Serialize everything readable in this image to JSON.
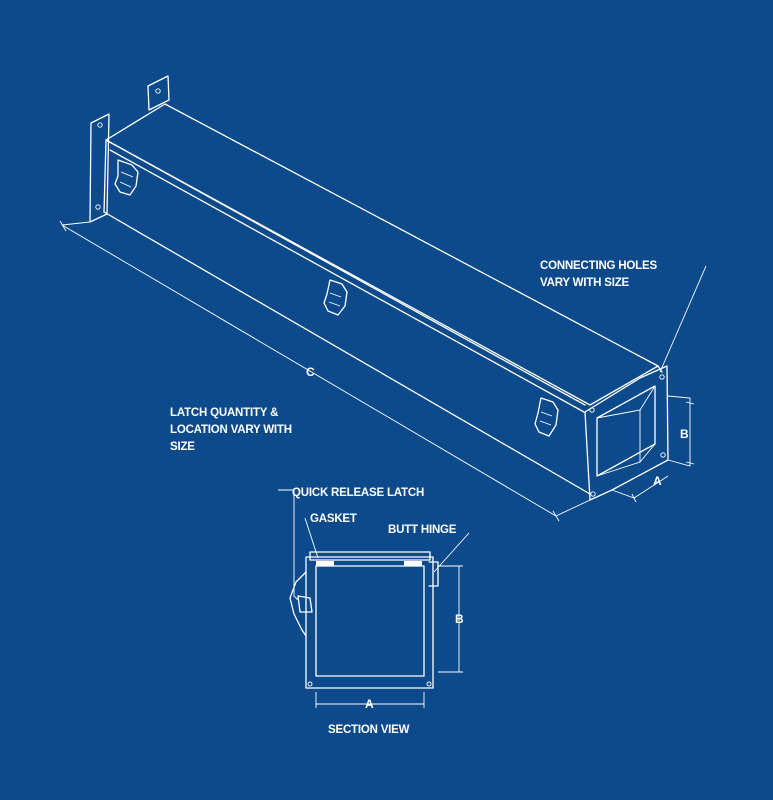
{
  "labels": {
    "connecting_holes_line1": "CONNECTING HOLES",
    "connecting_holes_line2": "VARY WITH SIZE",
    "latch_line1": "LATCH QUANTITY &",
    "latch_line2": "LOCATION VARY WITH",
    "latch_line3": "SIZE",
    "quick_release_latch": "QUICK RELEASE LATCH",
    "gasket": "GASKET",
    "butt_hinge": "BUTT HINGE",
    "section_view": "SECTION VIEW"
  },
  "dimensions": {
    "length": "C",
    "height_iso": "B",
    "width_iso": "A",
    "height_section": "B",
    "width_section": "A"
  },
  "colors": {
    "background": "#0d4a8c",
    "line": "#ffffff"
  }
}
